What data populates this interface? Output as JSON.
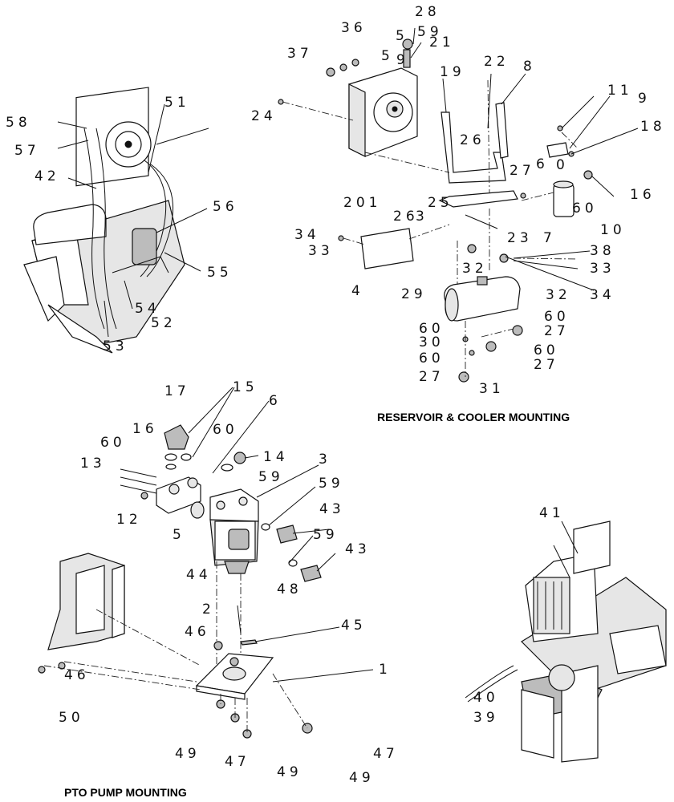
{
  "sections": {
    "reservoir_cooler": "RESERVOIR & COOLER MOUNTING",
    "pto_pump": "PTO PUMP MOUNTING"
  },
  "callouts": {
    "c28": "28",
    "c36": "36",
    "c5a": "5",
    "c59a": "59",
    "c21": "21",
    "c37": "37",
    "c5b": "5",
    "c9": "9",
    "c19": "19",
    "c22": "22",
    "c8": "8",
    "c24": "24",
    "c11": "11",
    "c9b": "9",
    "c18": "18",
    "c26": "26",
    "c27a": "27",
    "c6": "6",
    "c0": "0",
    "c16a": "16",
    "c60a": "60",
    "c25": "25",
    "c201": "201",
    "c26b": "26",
    "c3": "3",
    "c10": "10",
    "c23": "23",
    "c7": "7",
    "c34a": "34",
    "c33a": "33",
    "c38": "38",
    "c4": "4",
    "c32a": "32",
    "c33b": "33",
    "c34b": "34",
    "c29": "29",
    "c32b": "32",
    "c60b": "60",
    "c60c": "60",
    "c27b": "27",
    "c30": "30",
    "c60d": "60",
    "c27c": "27",
    "c60e": "60",
    "c27d": "27",
    "c31": "31",
    "c51": "51",
    "c58": "58",
    "c57": "57",
    "c42": "42",
    "c56": "56",
    "c55": "55",
    "c54": "54",
    "c52": "52",
    "c53": "53",
    "c17": "17",
    "c15": "15",
    "c6b": "6",
    "c16b": "16",
    "c60f": "60",
    "c60g": "60",
    "c13": "13",
    "c14": "14",
    "c3b": "3",
    "c59b": "59",
    "c59c": "59",
    "c12": "12",
    "c43a": "43",
    "c5c": "5",
    "c59d": "59",
    "c43b": "43",
    "c48": "48",
    "c44": "44",
    "c2": "2",
    "c45": "45",
    "c46a": "46",
    "c1": "1",
    "c46b": "46",
    "c50": "50",
    "c49a": "49",
    "c47a": "47",
    "c49b": "49",
    "c47b": "47",
    "c49c": "49",
    "c41": "41",
    "c40": "40",
    "c39": "39"
  }
}
